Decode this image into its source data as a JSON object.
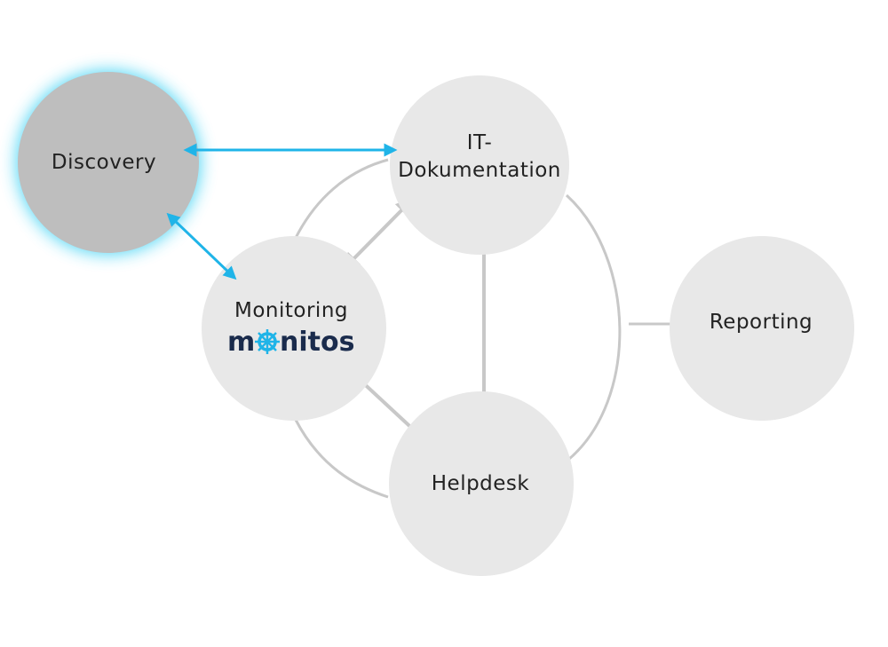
{
  "nodes": {
    "discovery": {
      "label": "Discovery"
    },
    "it_doku": {
      "label_line1": "IT-",
      "label_line2": "Dokumentation"
    },
    "monitoring": {
      "label": "Monitoring",
      "logo_pre": "m",
      "logo_post": "nitos",
      "logo_icon": "ship-wheel-icon"
    },
    "reporting": {
      "label": "Reporting"
    },
    "helpdesk": {
      "label": "Helpdesk"
    }
  },
  "colors": {
    "node_fill": "#e8e8e8",
    "highlight_fill": "#bebebe",
    "highlight_glow": "#4fd6f5",
    "connector": "#c8c8c8",
    "highlight_arrow": "#1fb4e8",
    "logo_text": "#1a2b4c",
    "logo_wheel": "#1fb4e8"
  }
}
